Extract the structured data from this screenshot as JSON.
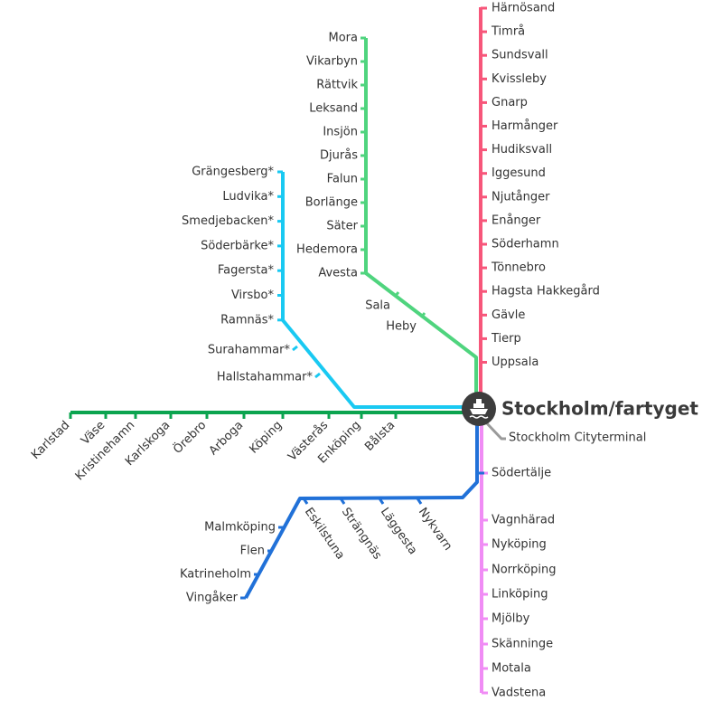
{
  "colors": {
    "north": "#f7567a",
    "dalarna": "#4fd47e",
    "bergslagen": "#19c9f2",
    "west": "#0ba44f",
    "south_west": "#2171d8",
    "south": "#f08cf5",
    "cityterminal": "#9a9a9a",
    "hub": "#3d3d3d"
  },
  "hub": {
    "name": "Stockholm/fartyget",
    "icon": "ship-icon"
  },
  "cityterminal": "Stockholm Cityterminal",
  "lines": {
    "north": [
      "Härnösand",
      "Timrå",
      "Sundsvall",
      "Kvissleby",
      "Gnarp",
      "Harmånger",
      "Hudiksvall",
      "Iggesund",
      "Njutånger",
      "Enånger",
      "Söderhamn",
      "Tönnebro",
      "Hagsta Hakkegård",
      "Gävle",
      "Tierp",
      "Uppsala"
    ],
    "dalarna": [
      "Mora",
      "Vikarbyn",
      "Rättvik",
      "Leksand",
      "Insjön",
      "Djurås",
      "Falun",
      "Borlänge",
      "Säter",
      "Hedemora",
      "Avesta"
    ],
    "dalarna_diag": [
      "Sala",
      "Heby"
    ],
    "bergslagen": [
      "Grängesberg*",
      "Ludvika*",
      "Smedjebacken*",
      "Söderbärke*",
      "Fagersta*",
      "Virsbo*",
      "Ramnäs*"
    ],
    "bergslagen_diag": [
      "Surahammar*",
      "Hallstahammar*"
    ],
    "west": [
      "Karlstad",
      "Väse",
      "Kristinehamn",
      "Karlskoga",
      "Örebro",
      "Arboga",
      "Köping",
      "Västerås",
      "Enköping",
      "Bålsta"
    ],
    "south_west_horiz": [
      "Eskilstuna",
      "Strängnäs",
      "Läggesta",
      "Nykvarn"
    ],
    "south_west_diag": [
      "Malmköping",
      "Flen",
      "Katrineholm",
      "Vingåker"
    ],
    "south": [
      "Södertälje",
      "Vagnhärad",
      "Nyköping",
      "Norrköping",
      "Linköping",
      "Mjölby",
      "Skänninge",
      "Motala",
      "Vadstena"
    ]
  }
}
